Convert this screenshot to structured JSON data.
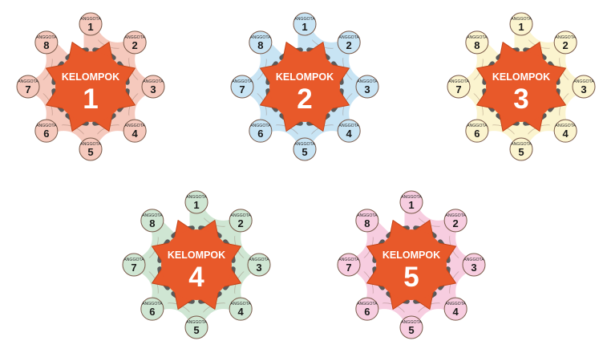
{
  "groups": [
    {
      "center_label": "KELOMPOK",
      "number": "1",
      "fill": "#f5c9bd",
      "members": [
        {
          "label": "ANGGOTA",
          "number": "1"
        },
        {
          "label": "ANGGOTA",
          "number": "2"
        },
        {
          "label": "ANGGOTA",
          "number": "3"
        },
        {
          "label": "ANGGOTA",
          "number": "4"
        },
        {
          "label": "ANGGOTA",
          "number": "5"
        },
        {
          "label": "ANGGOTA",
          "number": "6"
        },
        {
          "label": "ANGGOTA",
          "number": "7"
        },
        {
          "label": "ANGGOTA",
          "number": "8"
        }
      ]
    },
    {
      "center_label": "KELOMPOK",
      "number": "2",
      "fill": "#c8e4f4",
      "members": [
        {
          "label": "ANGGOTA",
          "number": "1"
        },
        {
          "label": "ANGGOTA",
          "number": "2"
        },
        {
          "label": "ANGGOTA",
          "number": "3"
        },
        {
          "label": "ANGGOTA",
          "number": "4"
        },
        {
          "label": "ANGGOTA",
          "number": "5"
        },
        {
          "label": "ANGGOTA",
          "number": "6"
        },
        {
          "label": "ANGGOTA",
          "number": "7"
        },
        {
          "label": "ANGGOTA",
          "number": "8"
        }
      ]
    },
    {
      "center_label": "KELOMPOK",
      "number": "3",
      "fill": "#fbf4cf",
      "members": [
        {
          "label": "ANGGOTA",
          "number": "1"
        },
        {
          "label": "ANGGOTA",
          "number": "2"
        },
        {
          "label": "ANGGOTA",
          "number": "3"
        },
        {
          "label": "ANGGOTA",
          "number": "4"
        },
        {
          "label": "ANGGOTA",
          "number": "5"
        },
        {
          "label": "ANGGOTA",
          "number": "6"
        },
        {
          "label": "ANGGOTA",
          "number": "7"
        },
        {
          "label": "ANGGOTA",
          "number": "8"
        }
      ]
    },
    {
      "center_label": "KELOMPOK",
      "number": "4",
      "fill": "#cfe6d3",
      "members": [
        {
          "label": "ANGGOTA",
          "number": "1"
        },
        {
          "label": "ANGGOTA",
          "number": "2"
        },
        {
          "label": "ANGGOTA",
          "number": "3"
        },
        {
          "label": "ANGGOTA",
          "number": "4"
        },
        {
          "label": "ANGGOTA",
          "number": "5"
        },
        {
          "label": "ANGGOTA",
          "number": "6"
        },
        {
          "label": "ANGGOTA",
          "number": "7"
        },
        {
          "label": "ANGGOTA",
          "number": "8"
        }
      ]
    },
    {
      "center_label": "KELOMPOK",
      "number": "5",
      "fill": "#f7cde0",
      "members": [
        {
          "label": "ANGGOTA",
          "number": "1"
        },
        {
          "label": "ANGGOTA",
          "number": "2"
        },
        {
          "label": "ANGGOTA",
          "number": "3"
        },
        {
          "label": "ANGGOTA",
          "number": "4"
        },
        {
          "label": "ANGGOTA",
          "number": "5"
        },
        {
          "label": "ANGGOTA",
          "number": "6"
        },
        {
          "label": "ANGGOTA",
          "number": "7"
        },
        {
          "label": "ANGGOTA",
          "number": "8"
        }
      ]
    }
  ],
  "colors": {
    "center": "#e8592a",
    "center_stroke": "#c24519",
    "shadow": "#5a5a5a",
    "outline": "#7a5a4a"
  }
}
